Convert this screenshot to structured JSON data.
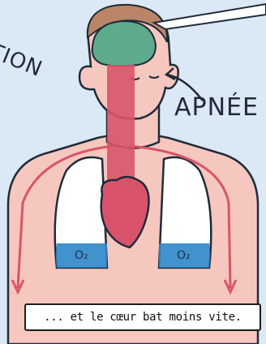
{
  "labels": {
    "apnee": "APNÉE",
    "partial_left": "TION",
    "o2_left": "O₂",
    "o2_right": "O₂"
  },
  "caption": {
    "text": "... et le cœur bat moins vite."
  },
  "colors": {
    "background": "#dbe9f6",
    "skin": "#f6c7bf",
    "vessel": "#d9546a",
    "brain": "#5eaa8d",
    "oxygen": "#2e86c9",
    "outline": "#1f2b3a"
  }
}
